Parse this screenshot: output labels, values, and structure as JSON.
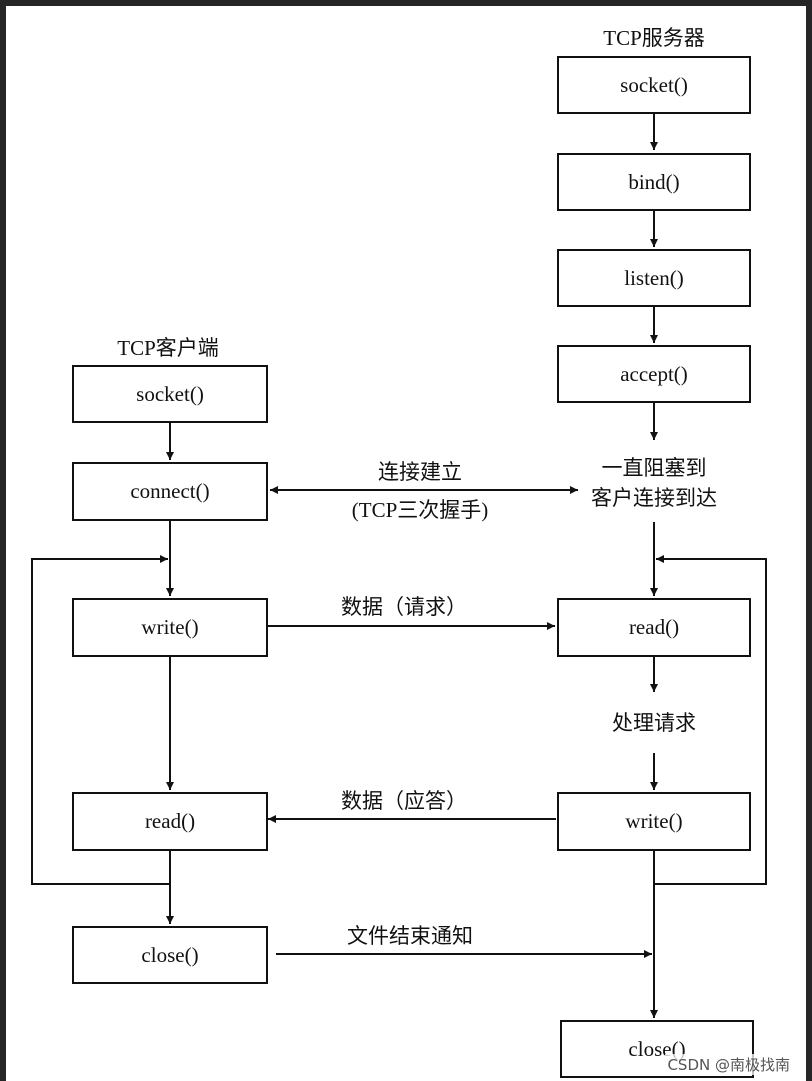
{
  "server": {
    "title": "TCP服务器",
    "socket": "socket()",
    "bind": "bind()",
    "listen": "listen()",
    "accept": "accept()",
    "block_line1": "一直阻塞到",
    "block_line2": "客户连接到达",
    "read": "read()",
    "process": "处理请求",
    "write": "write()",
    "close": "close()"
  },
  "client": {
    "title": "TCP客户端",
    "socket": "socket()",
    "connect": "connect()",
    "write": "write()",
    "read": "read()",
    "close": "close()"
  },
  "messages": {
    "connect_line1": "连接建立",
    "connect_line2": "(TCP三次握手)",
    "request": "数据（请求）",
    "reply": "数据（应答）",
    "eof": "文件结束通知"
  },
  "watermark": "CSDN @南极找南"
}
